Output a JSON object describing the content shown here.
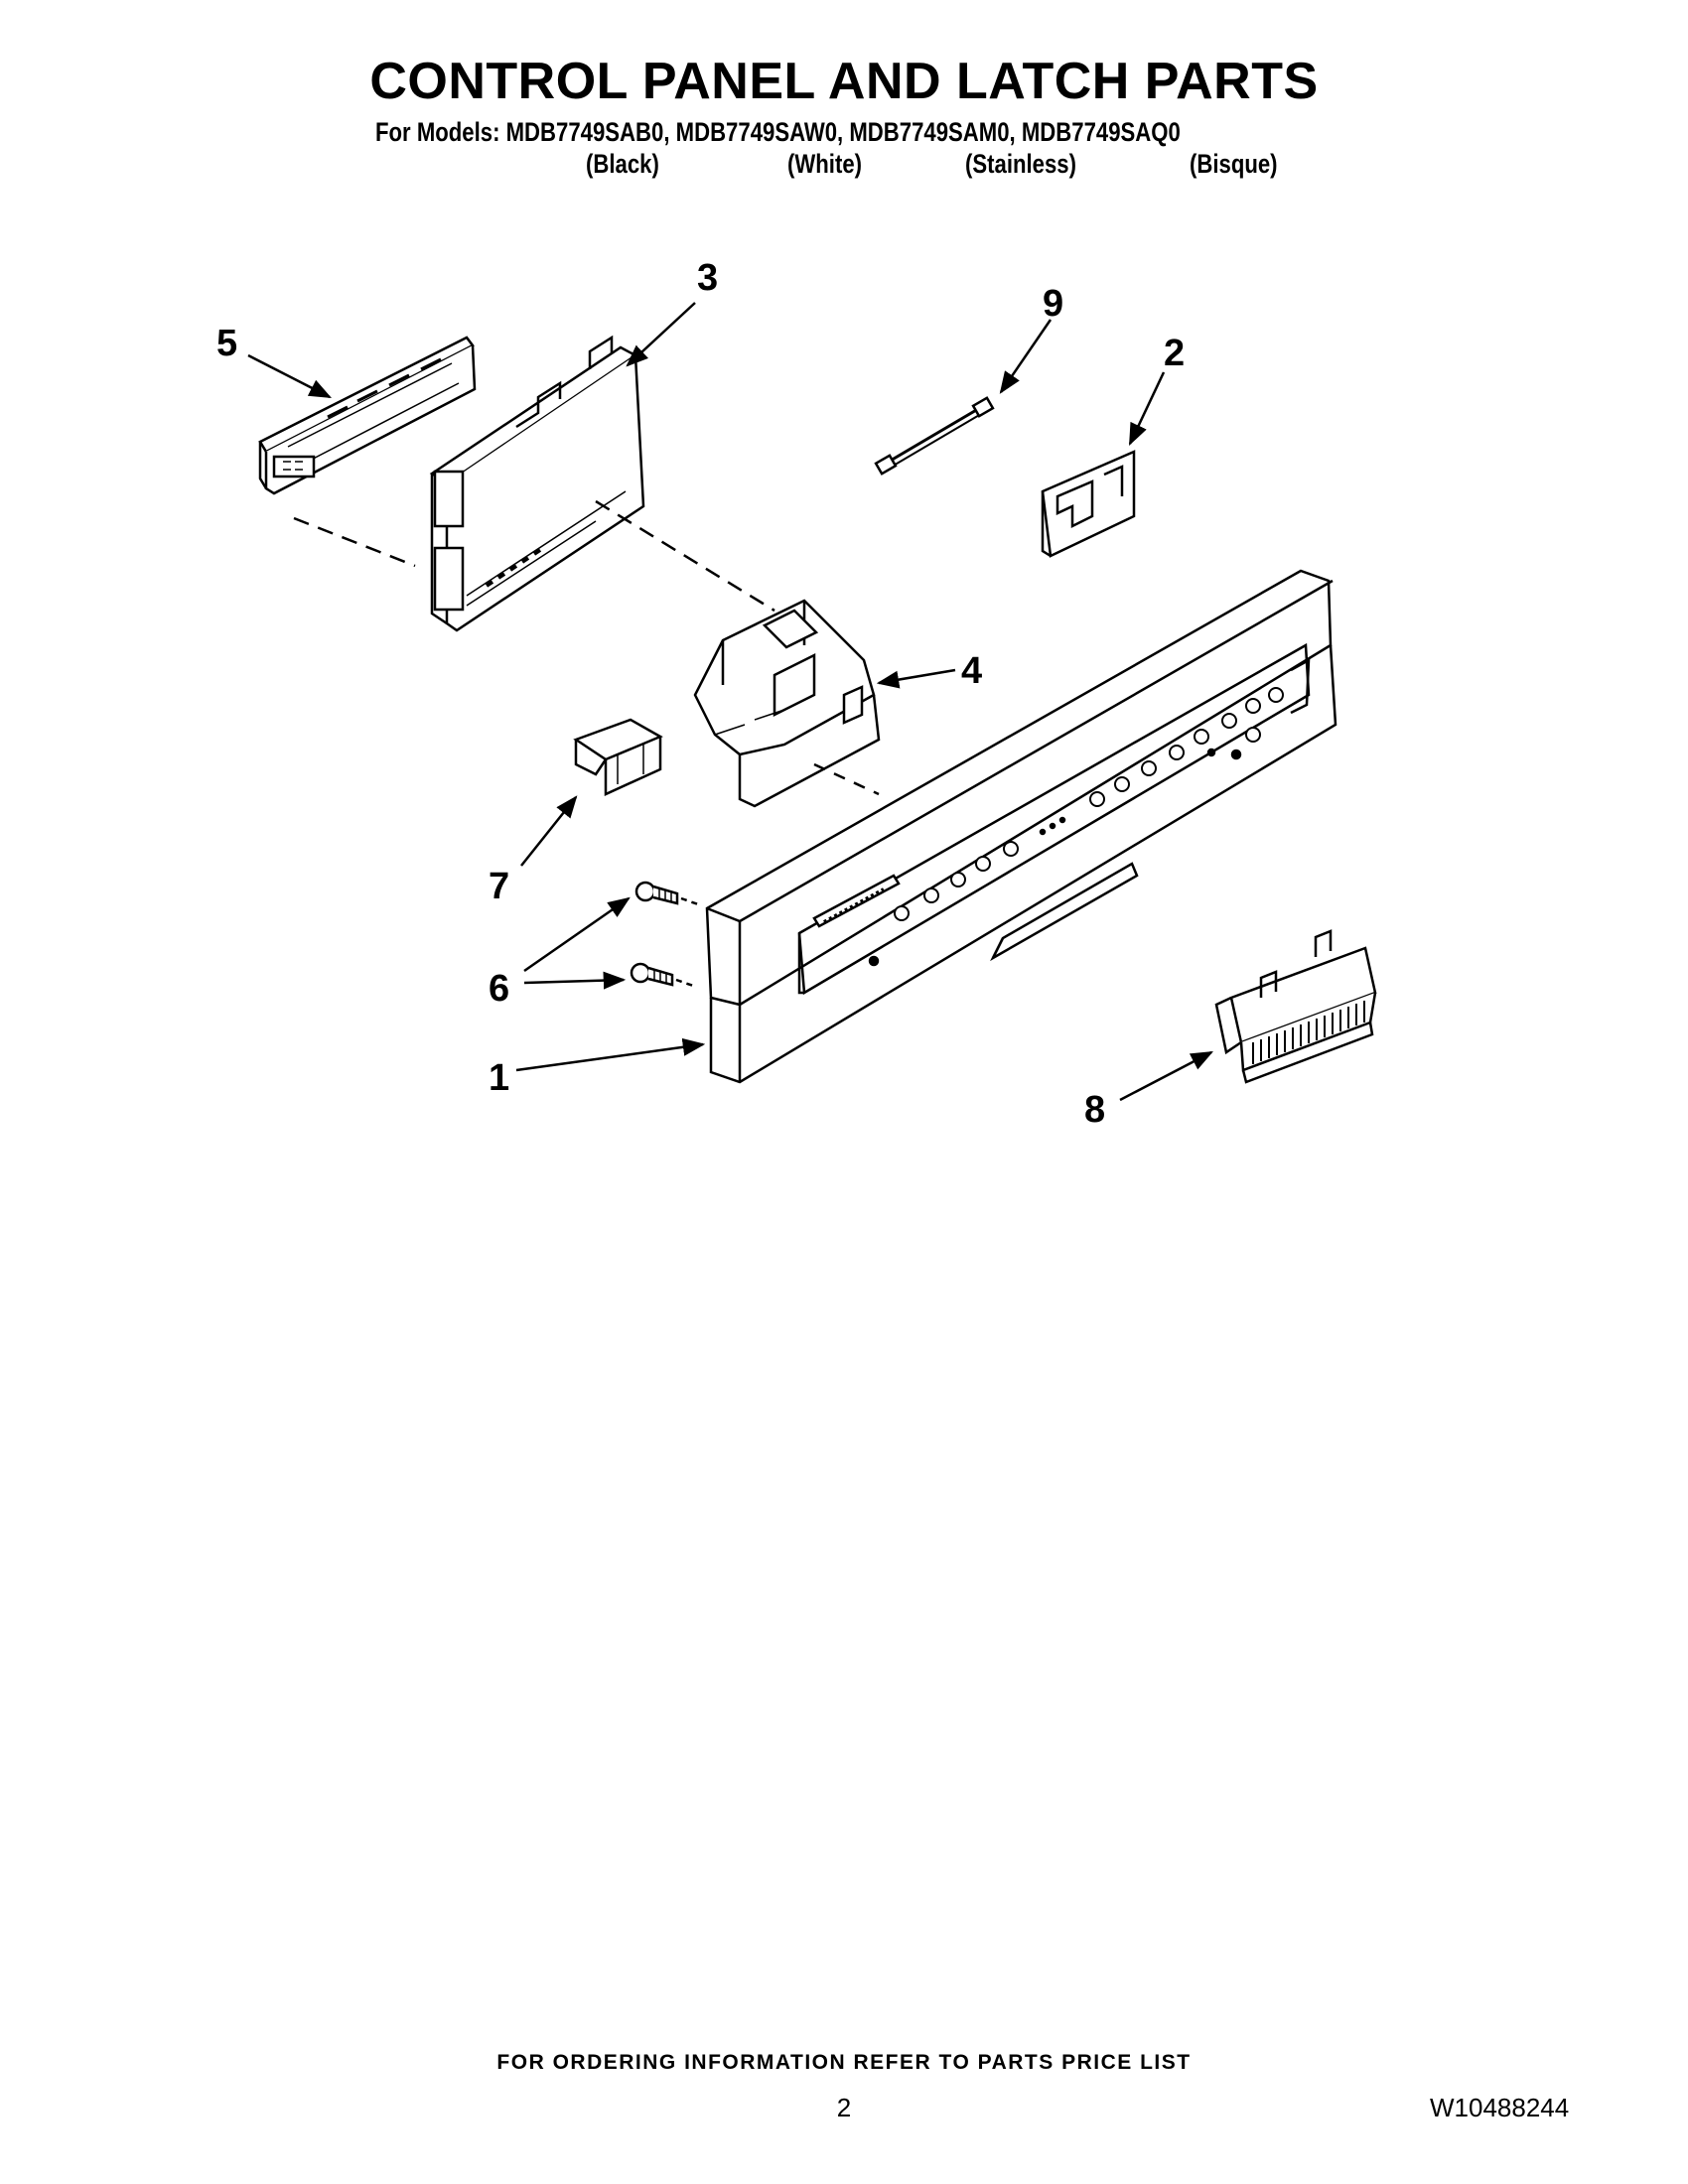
{
  "header": {
    "title": "CONTROL PANEL AND LATCH PARTS",
    "models_line": "For Models: MDB7749SAB0, MDB7749SAW0, MDB7749SAM0, MDB7749SAQ0",
    "variants": [
      "(Black)",
      "(White)",
      "(Stainless)",
      "(Bisque)"
    ]
  },
  "callouts": {
    "c1": "1",
    "c2": "2",
    "c3": "3",
    "c4": "4",
    "c5": "5",
    "c6": "6",
    "c7": "7",
    "c8": "8",
    "c9": "9"
  },
  "footer": {
    "ordering": "FOR ORDERING INFORMATION REFER TO PARTS PRICE LIST",
    "page_number": "2",
    "document_number": "W10488244"
  }
}
